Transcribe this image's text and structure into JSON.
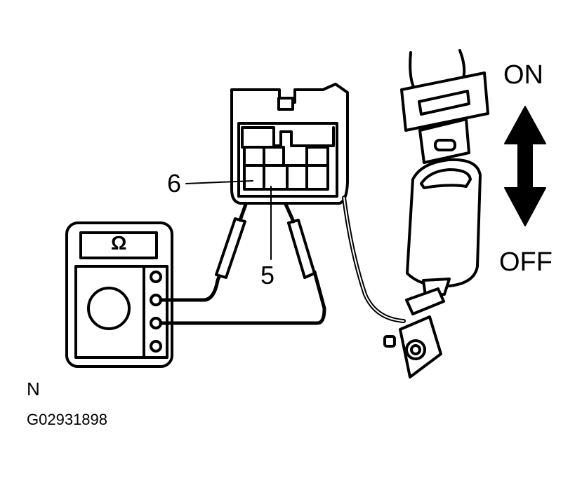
{
  "meter": {
    "unit_symbol": "Ω"
  },
  "pins": {
    "pin_6": "6",
    "pin_5": "5"
  },
  "buckle": {
    "on_label": "ON",
    "off_label": "OFF"
  },
  "footer": {
    "note_letter": "N",
    "figure_code": "G02931898"
  }
}
